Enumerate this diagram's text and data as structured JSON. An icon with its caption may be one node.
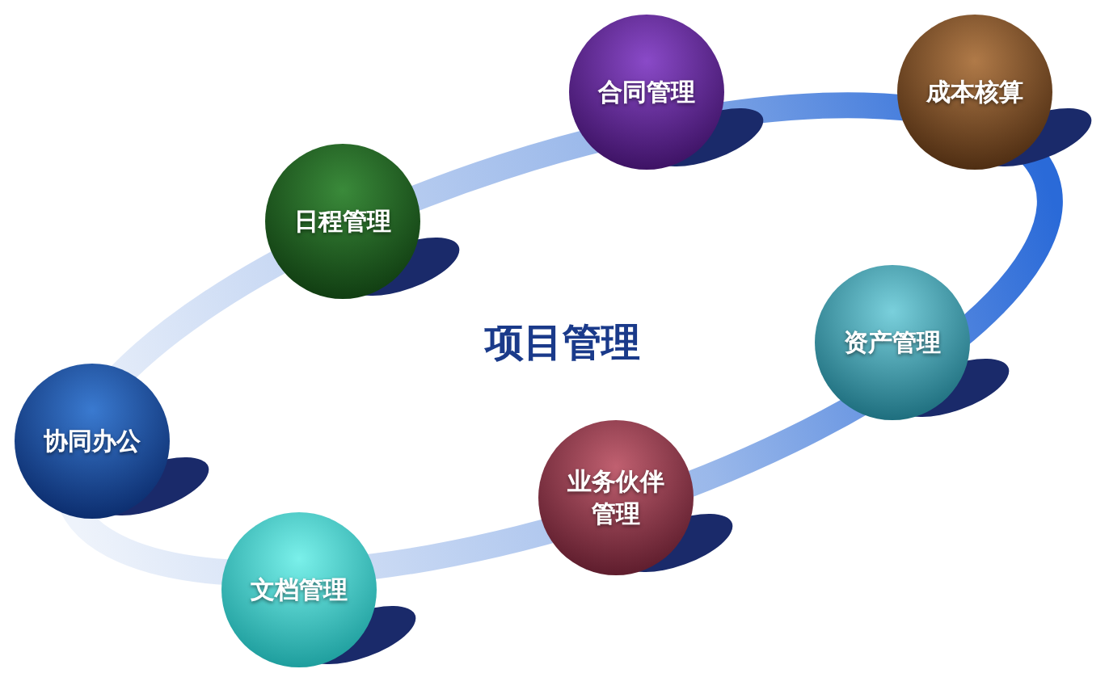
{
  "diagram": {
    "nodes": [
      {
        "text": [
          "合同管理"
        ]
      },
      {
        "text": [
          "成本核算"
        ]
      },
      {
        "text": [
          "日程管理"
        ]
      },
      {
        "text": [
          "资产管理"
        ]
      },
      {
        "text": [
          "协同办公"
        ]
      },
      {
        "text": [
          "业务伙伴管理"
        ]
      },
      {
        "text": [
          "文档管理"
        ]
      }
    ],
    "labels": [
      "项目管理"
    ]
  }
}
